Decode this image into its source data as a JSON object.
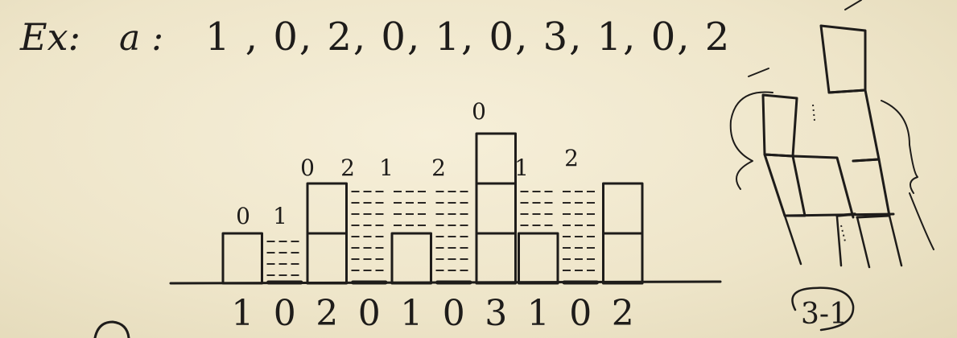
{
  "example": {
    "prefix": "Ex:",
    "sequence_label": "a :",
    "sequence": "1 , 0, 2, 0, 1, 0, 3, 1, 0, 2"
  },
  "histogram": {
    "bar_heights": [
      1,
      0,
      2,
      0,
      1,
      0,
      3,
      1,
      0,
      2
    ],
    "bottom_labels": [
      "1",
      "0",
      "2",
      "0",
      "1",
      "0",
      "3",
      "1",
      "0",
      "2"
    ],
    "top_labels": [
      "0",
      "1",
      "0",
      "2",
      "1",
      "2",
      "0",
      "1",
      "2"
    ]
  },
  "side_note": {
    "formula": "3-1"
  },
  "ink_color": "#1e1c1a",
  "paper_color": "#efe7cf"
}
